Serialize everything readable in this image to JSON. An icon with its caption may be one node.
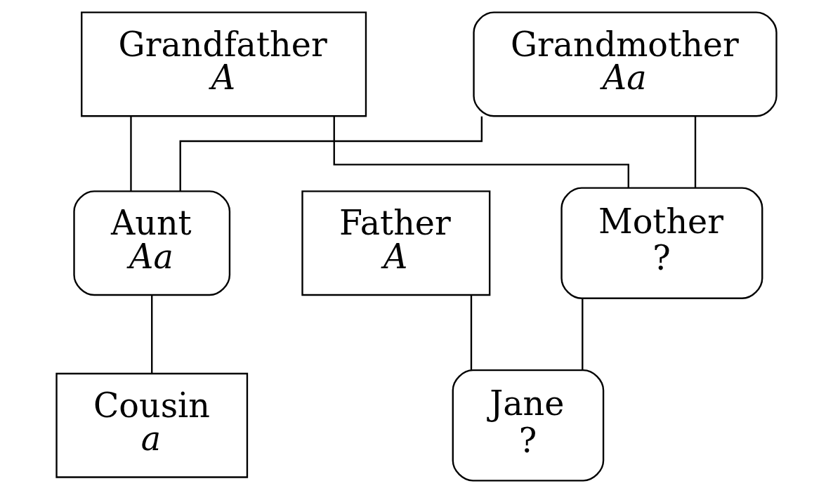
{
  "diagram": {
    "nodes": [
      {
        "text": [
          "Grandfather",
          "A"
        ]
      },
      {
        "text": [
          "Grandmother",
          "Aa"
        ]
      },
      {
        "text": [
          "Father",
          "A"
        ]
      },
      {
        "text": [
          "Mother",
          "?"
        ]
      },
      {
        "text": [
          "Aunt",
          "Aa"
        ]
      },
      {
        "text": [
          "Jane",
          "?"
        ]
      },
      {
        "text": [
          "Cousin",
          "a"
        ]
      }
    ],
    "edges": [
      {
        "from": 0,
        "to": 3,
        "arrow": "none"
      },
      {
        "from": 1,
        "to": 3,
        "arrow": "none"
      },
      {
        "from": 0,
        "to": 4,
        "arrow": "none"
      },
      {
        "from": 1,
        "to": 4,
        "arrow": "none"
      },
      {
        "from": 2,
        "to": 5,
        "arrow": "none"
      },
      {
        "from": 3,
        "to": 5,
        "arrow": "none"
      },
      {
        "from": 4,
        "to": 6,
        "arrow": "none"
      }
    ]
  }
}
